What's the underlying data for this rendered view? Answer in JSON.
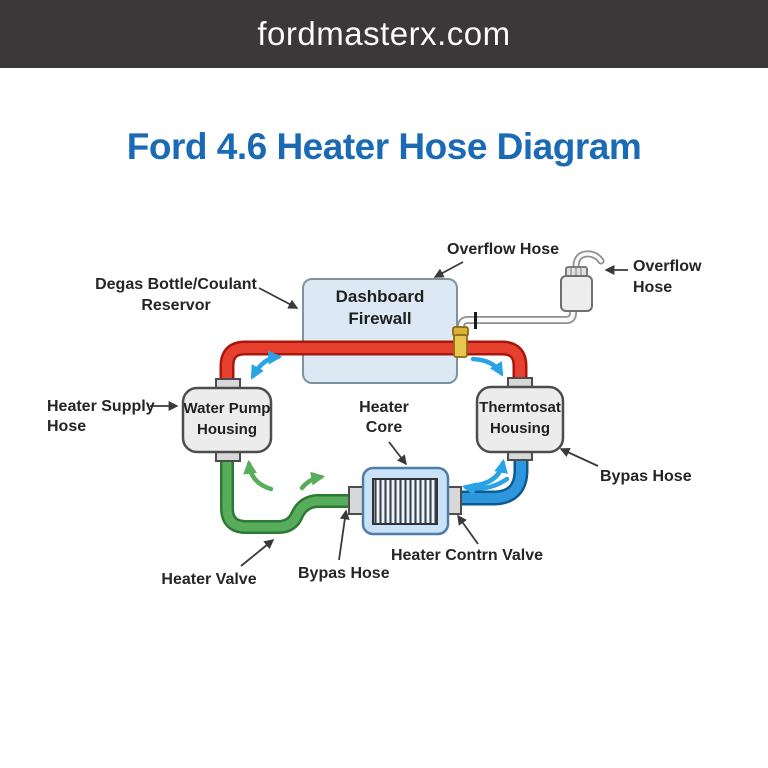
{
  "banner": {
    "text": "fordmasterx.com"
  },
  "title": {
    "text": "Ford 4.6 Heater Hose Diagram"
  },
  "diagram": {
    "boxes": {
      "dashboard_firewall": {
        "line1": "Dashboard",
        "line2": "Firewall"
      },
      "water_pump_housing": {
        "line1": "Water Pump",
        "line2": "Housing"
      },
      "thermostat_housing": {
        "line1": "Thermtosat",
        "line2": "Housing"
      }
    },
    "labels": {
      "overflow_hose_top": {
        "text": "Overflow Hose"
      },
      "overflow_hose_right": {
        "line1": "Overflow",
        "line2": "Hose"
      },
      "degas_bottle": {
        "line1": "Degas Bottle/Coulant",
        "line2": "Reservor"
      },
      "heater_supply_hose": {
        "line1": "Heater Supply",
        "line2": "Hose"
      },
      "heater_core": {
        "line1": "Heater",
        "line2": "Core"
      },
      "bypass_hose_right": {
        "text": "Bypas Hose"
      },
      "heater_valve": {
        "text": "Heater Valve"
      },
      "bypass_hose_bottom": {
        "text": "Bypas Hose"
      },
      "heater_control_valve": {
        "text": "Heater Contrn Valve"
      }
    },
    "colors": {
      "banner_bg": "#3b3839",
      "banner_text": "#fafafa",
      "title_blue": "#1a6ab5",
      "label_text": "#252525",
      "red_hose": "#e8402f",
      "red_hose_dark": "#a9170c",
      "green_hose": "#57ad5c",
      "green_hose_dark": "#2c7a33",
      "blue_hose": "#2d96dc",
      "blue_hose_dark": "#0d5a91",
      "cyan_arrow": "#2aa2e6",
      "white_hose": "#fafafa",
      "yellow_fitting": "#e9c74e",
      "firewall_box_fill": "#dce9f5",
      "firewall_box_border": "#7e93a1",
      "heater_core_fill": "#c9e2f8",
      "heater_core_border": "#4e7ea8",
      "housing_fill": "#ececec",
      "housing_border": "#4d4d4d"
    }
  }
}
